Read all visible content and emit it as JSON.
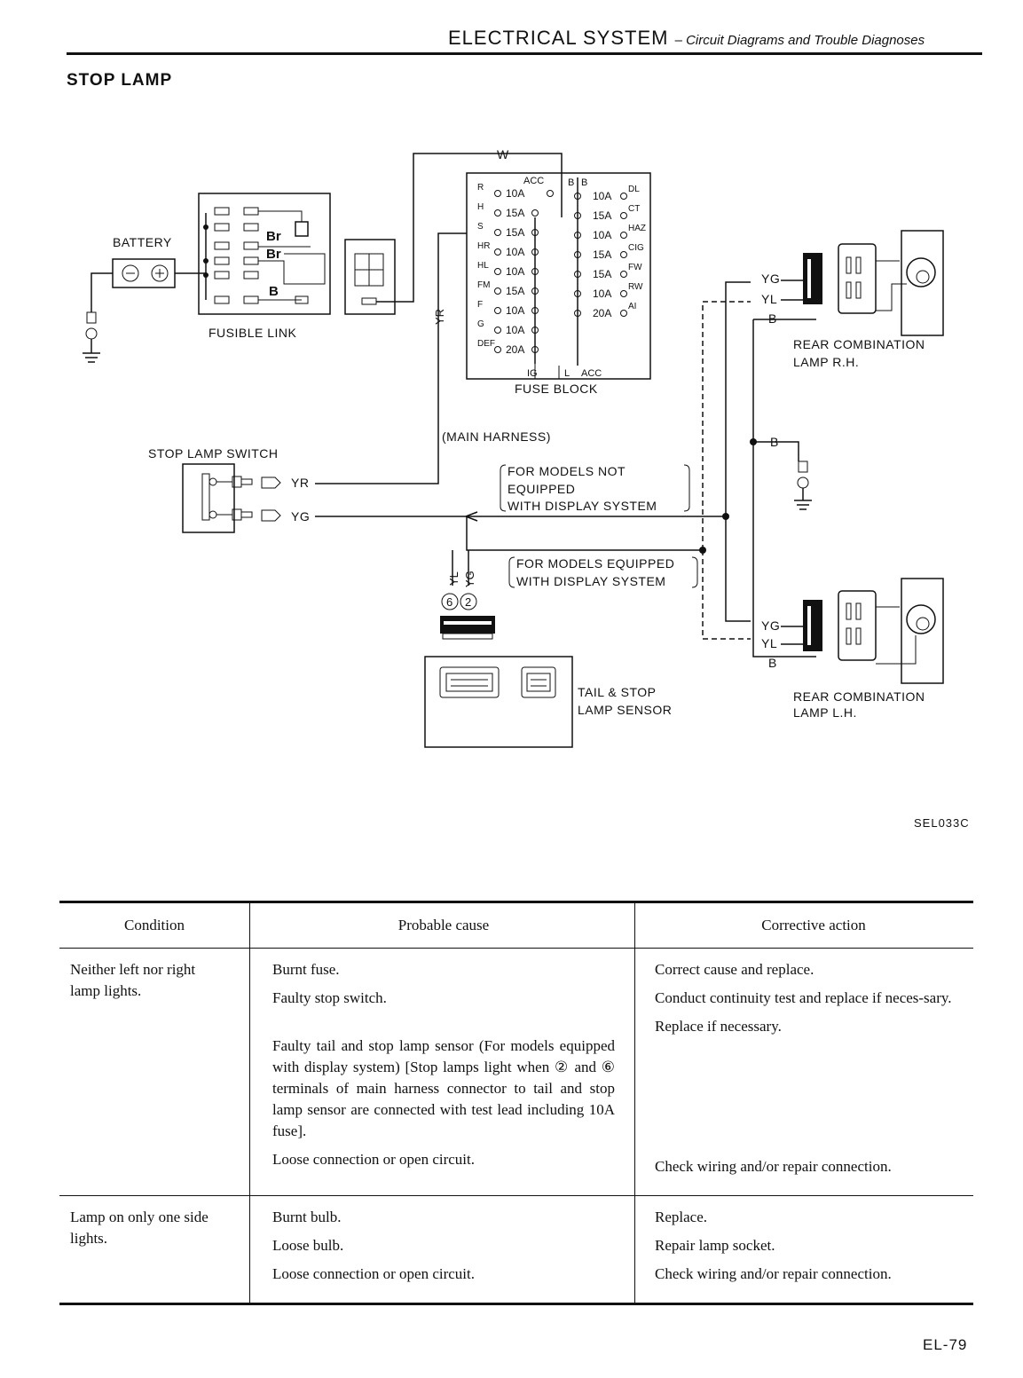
{
  "header": {
    "title": "ELECTRICAL SYSTEM",
    "subtitle": "– Circuit Diagrams and Trouble Diagnoses"
  },
  "section_title": "STOP LAMP",
  "diagram": {
    "battery_label": "BATTERY",
    "fusible_link_label": "FUSIBLE LINK",
    "fusible_link_wires": [
      "Br",
      "Br",
      "B"
    ],
    "stop_lamp_switch_label": "STOP LAMP SWITCH",
    "switch_wire_top": "YR",
    "switch_wire_bottom": "YG",
    "wire_w": "W",
    "wire_yr_vertical": "YR",
    "main_harness_label": "(MAIN HARNESS)",
    "fuse_block_label": "FUSE BLOCK",
    "fuse_top_labels": [
      "ACC",
      "B",
      "B"
    ],
    "fuse_left": [
      {
        "code": "R",
        "rating": "10A"
      },
      {
        "code": "H",
        "rating": "15A"
      },
      {
        "code": "S",
        "rating": "15A"
      },
      {
        "code": "HR",
        "rating": "10A"
      },
      {
        "code": "HL",
        "rating": "10A"
      },
      {
        "code": "FM",
        "rating": "15A"
      },
      {
        "code": "F",
        "rating": "10A"
      },
      {
        "code": "G",
        "rating": "10A"
      },
      {
        "code": "DEF",
        "rating": "20A"
      }
    ],
    "fuse_right": [
      {
        "code": "DL",
        "rating": "10A"
      },
      {
        "code": "CT",
        "rating": "15A"
      },
      {
        "code": "HAZ",
        "rating": "10A"
      },
      {
        "code": "CIG",
        "rating": "15A"
      },
      {
        "code": "FW",
        "rating": "15A"
      },
      {
        "code": "RW",
        "rating": "10A"
      },
      {
        "code": "AI",
        "rating": "20A"
      }
    ],
    "fuse_bottom_labels": [
      "IG",
      "L",
      "ACC"
    ],
    "note_not_equipped": [
      "FOR MODELS NOT",
      "EQUIPPED",
      "WITH DISPLAY SYSTEM"
    ],
    "note_equipped": [
      "FOR MODELS EQUIPPED",
      "WITH DISPLAY SYSTEM"
    ],
    "connector_wires": [
      "YL",
      "YG"
    ],
    "connector_terminals": [
      "6",
      "2"
    ],
    "sensor_label": [
      "TAIL & STOP",
      "LAMP SENSOR"
    ],
    "rear_rh_label": [
      "REAR COMBINATION",
      "LAMP R.H."
    ],
    "rear_lh_label": [
      "REAR COMBINATION",
      "LAMP L.H."
    ],
    "lamp_wires": [
      "YG",
      "YL",
      "B"
    ],
    "ground_wire": "B",
    "figure_code": "SEL033C"
  },
  "table": {
    "headers": [
      "Condition",
      "Probable cause",
      "Corrective action"
    ],
    "groups": [
      {
        "condition": [
          "Neither left nor right",
          "lamp lights."
        ],
        "causes": [
          "Burnt fuse.",
          "Faulty stop switch.",
          "Faulty tail and stop lamp sensor (For models equipped with display system) [Stop lamps light when ② and ⑥ terminals of main harness connector to tail and stop lamp sensor are connected with test lead including 10A fuse].",
          "Loose connection or open circuit."
        ],
        "actions": [
          "Correct cause and replace.",
          "Conduct continuity test and replace if neces-sary.",
          "Replace if necessary.",
          "Check wiring and/or repair connection."
        ]
      },
      {
        "condition": [
          "Lamp on only one side",
          "lights."
        ],
        "causes": [
          "Burnt bulb.",
          "Loose bulb.",
          "Loose connection or open circuit."
        ],
        "actions": [
          "Replace.",
          "Repair lamp socket.",
          "Check wiring and/or repair connection."
        ]
      }
    ]
  },
  "page_number": "EL-79"
}
